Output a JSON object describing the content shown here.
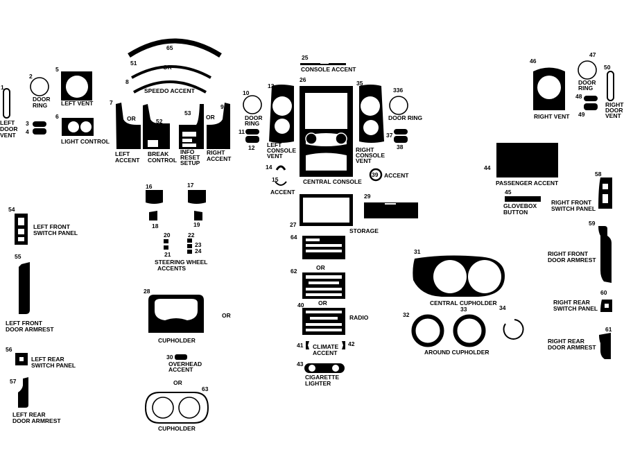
{
  "labels": {
    "left_door_vent": [
      "LEFT",
      "DOOR",
      "VENT"
    ],
    "door_ring_left": [
      "DOOR",
      "RING"
    ],
    "left_vent": "LEFT VENT",
    "light_control": "LIGHT CONTROL",
    "speedo_accent": "SPEEDO ACCENT",
    "or": "OR",
    "left_accent": [
      "LEFT",
      "ACCENT"
    ],
    "break_control": [
      "BREAK",
      "CONTROL"
    ],
    "info_reset_setup": [
      "INFO",
      "RESET",
      "SETUP"
    ],
    "right_accent": [
      "RIGHT",
      "ACCENT"
    ],
    "door_ring_10": [
      "DOOR",
      "RING"
    ],
    "console_accent": "CONSOLE ACCENT",
    "left_console_vent": [
      "LEFT",
      "CONSOLE",
      "VENT"
    ],
    "right_console_vent": [
      "RIGHT",
      "CONSOLE",
      "VENT"
    ],
    "central_console": "CENTRAL CONSOLE",
    "door_ring_336": "DOOR RING",
    "accent_39": "ACCENT",
    "accent_15": "ACCENT",
    "storage": "STORAGE",
    "right_vent": "RIGHT VENT",
    "door_ring_47": [
      "DOOR",
      "RING"
    ],
    "right_door_vent": [
      "RIGHT",
      "DOOR",
      "VENT"
    ],
    "passenger_accent": "PASSENGER ACCENT",
    "glovebox_button": [
      "GLOVEBOX",
      "BUTTON"
    ],
    "right_front_switch_panel": [
      "RIGHT FRONT",
      "SWITCH PANEL"
    ],
    "left_front_switch_panel": [
      "LEFT FRONT",
      "SWITCH PANEL"
    ],
    "steering_wheel_accents": [
      "STEERING WHEEL",
      "ACCENTS"
    ],
    "left_front_door_armrest": [
      "LEFT FRONT",
      "DOOR ARMREST"
    ],
    "right_front_door_armrest": [
      "RIGHT FRONT",
      "DOOR ARMREST"
    ],
    "radio": "RADIO",
    "central_cupholder": "CENTRAL CUPHOLDER",
    "right_rear_switch_panel": [
      "RIGHT REAR",
      "SWITCH PANEL"
    ],
    "cupholder": "CUPHOLDER",
    "around_cupholder": "AROUND CUPHOLDER",
    "right_rear_door_armrest": [
      "RIGHT REAR",
      "DOOR ARMREST"
    ],
    "left_rear_switch_panel": [
      "LEFT REAR",
      "SWITCH PANEL"
    ],
    "overhead_accent": [
      "OVERHEAD",
      "ACCENT"
    ],
    "climate_accent": [
      "CLIMATE",
      "ACCENT"
    ],
    "cigarette_lighter": [
      "CIGARETTE",
      "LIGHTER"
    ],
    "left_rear_door_armrest": [
      "LEFT REAR",
      "DOOR ARMREST"
    ]
  },
  "part_numbers": {
    "p1": "1",
    "p2": "2",
    "p3": "3",
    "p4": "4",
    "p5": "5",
    "p6": "6",
    "p7": "7",
    "p8": "8",
    "p9": "9",
    "p10": "10",
    "p11": "11",
    "p12": "12",
    "p13": "13",
    "p14": "14",
    "p15": "15",
    "p16": "16",
    "p17": "17",
    "p18": "18",
    "p19": "19",
    "p20": "20",
    "p21": "21",
    "p22": "22",
    "p23": "23",
    "p24": "24",
    "p25": "25",
    "p26": "26",
    "p27": "27",
    "p28": "28",
    "p29": "29",
    "p30": "30",
    "p31": "31",
    "p32": "32",
    "p33": "33",
    "p34": "34",
    "p35": "35",
    "p336": "336",
    "p37": "37",
    "p38": "38",
    "p39": "39",
    "p40": "40",
    "p41": "41",
    "p42": "42",
    "p43": "43",
    "p44": "44",
    "p45": "45",
    "p46": "46",
    "p47": "47",
    "p48": "48",
    "p49": "49",
    "p50": "50",
    "p51": "51",
    "p52": "52",
    "p53": "53",
    "p54": "54",
    "p55": "55",
    "p56": "56",
    "p57": "57",
    "p58": "58",
    "p59": "59",
    "p60": "60",
    "p61": "61",
    "p62": "62",
    "p63": "63",
    "p64": "64",
    "p65": "65"
  },
  "colors": {
    "ink": "#000000",
    "paper": "#ffffff"
  }
}
